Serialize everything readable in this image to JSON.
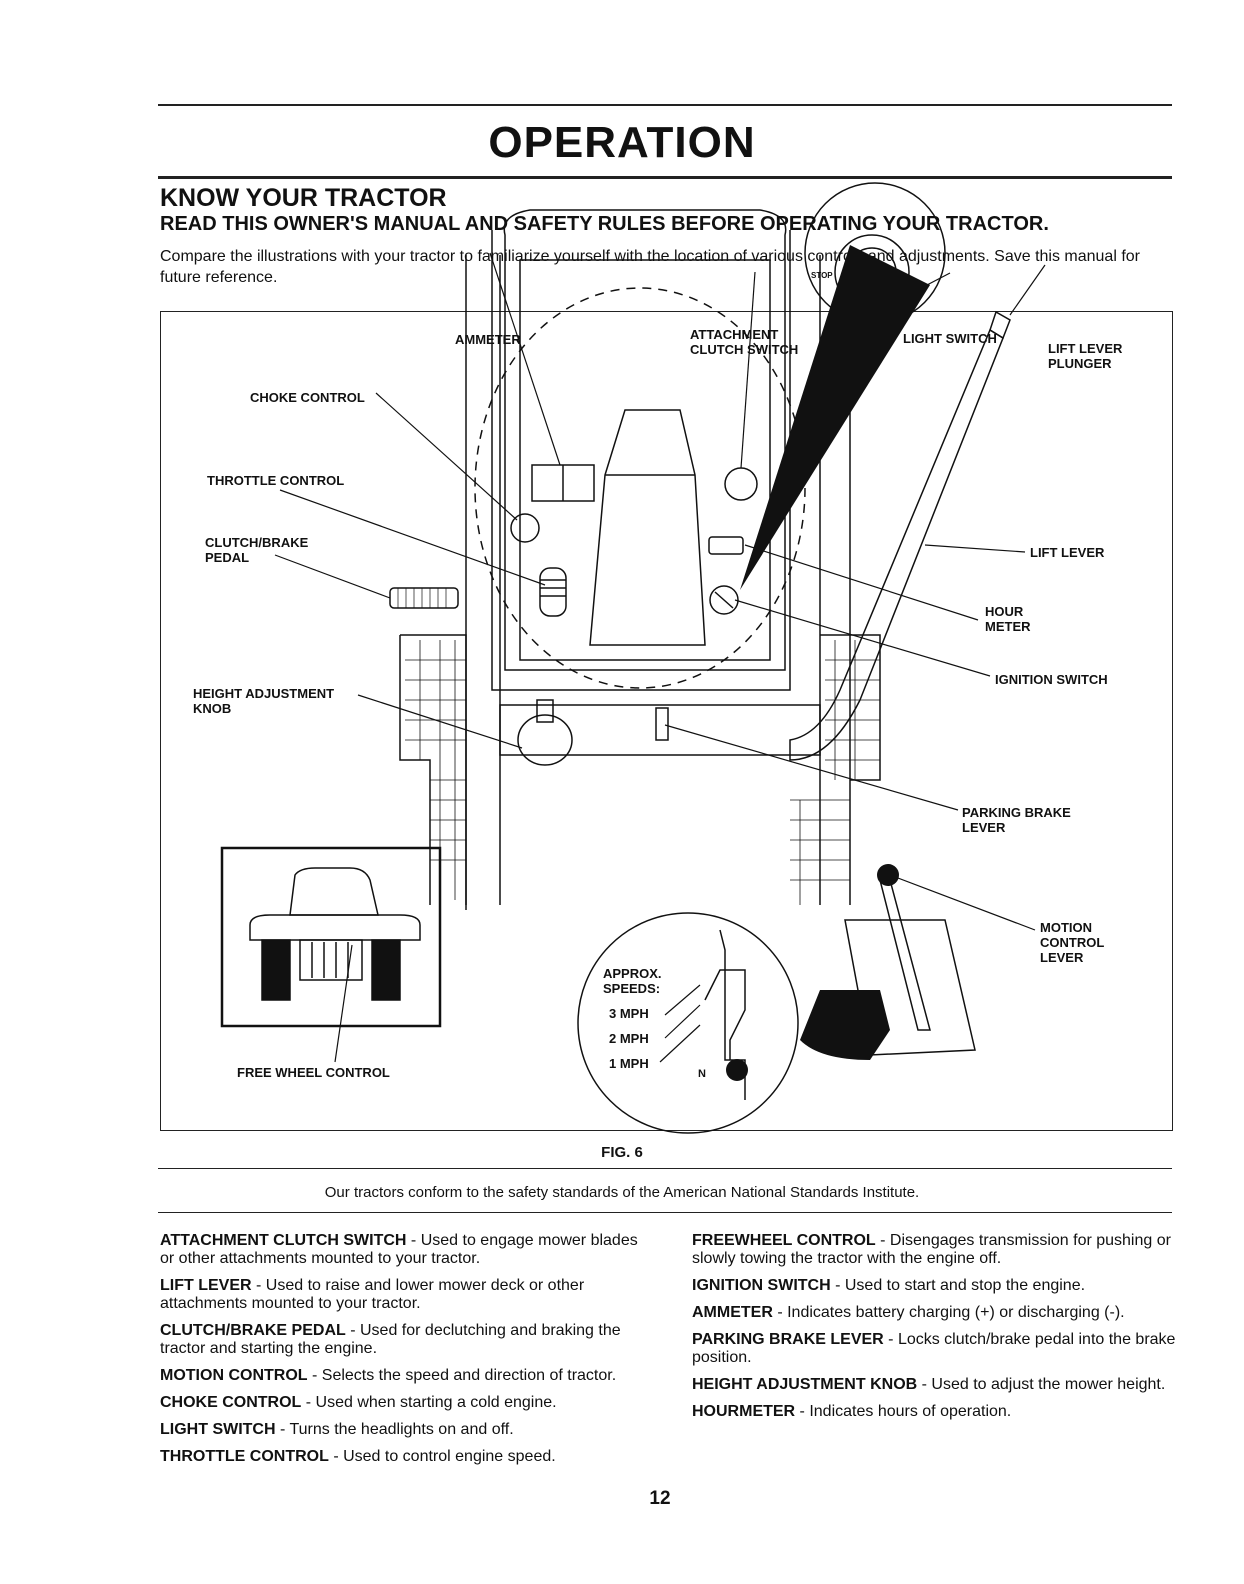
{
  "title": "OPERATION",
  "section_heading": "KNOW YOUR TRACTOR",
  "subheading": "READ THIS OWNER'S MANUAL AND SAFETY RULES BEFORE OPERATING YOUR TRACTOR.",
  "intro": "Compare the illustrations with your tractor to familiarize yourself with the location of various controls and adjustments. Save this manual for future reference.",
  "figure": {
    "labels": {
      "ammeter": "AMMETER",
      "attachment_clutch_switch": "ATTACHMENT\nCLUTCH SWITCH",
      "light_switch": "LIGHT SWITCH",
      "lift_lever_plunger": "LIFT LEVER\nPLUNGER",
      "choke_control": "CHOKE CONTROL",
      "throttle_control": "THROTTLE CONTROL",
      "clutch_brake_pedal": "CLUTCH/BRAKE\nPEDAL",
      "lift_lever": "LIFT LEVER",
      "hour_meter": "HOUR\nMETER",
      "ignition_switch": "IGNITION SWITCH",
      "height_adjustment_knob": "HEIGHT ADJUSTMENT\nKNOB",
      "parking_brake_lever": "PARKING BRAKE\nLEVER",
      "motion_control_lever": "MOTION\nCONTROL\nLEVER",
      "free_wheel_control": "FREE WHEEL CONTROL",
      "approx_speeds": "APPROX.\nSPEEDS:",
      "mph3": "3 MPH",
      "mph2": "2 MPH",
      "mph1": "1 MPH",
      "neutral": "N",
      "stop": "STOP"
    },
    "caption": "FIG. 6"
  },
  "standards_note": "Our tractors conform to the safety standards of the American National Standards Institute.",
  "descriptions_left": [
    {
      "term": "ATTACHMENT CLUTCH SWITCH",
      "text": " - Used to engage mower blades or other attachments mounted to your tractor."
    },
    {
      "term": "LIFT LEVER",
      "text": " - Used to raise and lower mower deck or other attachments mounted to your tractor."
    },
    {
      "term": "CLUTCH/BRAKE PEDAL",
      "text": " - Used for declutching and braking the tractor and starting the engine."
    },
    {
      "term": "MOTION CONTROL",
      "text": " - Selects the speed and direction of tractor."
    },
    {
      "term": "CHOKE CONTROL",
      "text": " - Used when starting a cold engine."
    },
    {
      "term": "LIGHT SWITCH",
      "text": " - Turns the headlights on and off."
    },
    {
      "term": "THROTTLE CONTROL",
      "text": " - Used to control engine speed."
    }
  ],
  "descriptions_right": [
    {
      "term": "FREEWHEEL CONTROL",
      "text": " - Disengages transmission for pushing or slowly towing the tractor with the engine off."
    },
    {
      "term": "IGNITION SWITCH",
      "text": " - Used to start and stop the engine."
    },
    {
      "term": "AMMETER",
      "text": " - Indicates battery charging (+) or discharging (-)."
    },
    {
      "term": "PARKING BRAKE LEVER",
      "text": " - Locks clutch/brake pedal into the brake position."
    },
    {
      "term": "HEIGHT ADJUSTMENT KNOB",
      "text": " - Used to adjust the mower height."
    },
    {
      "term": "HOURMETER",
      "text": " - Indicates hours of operation."
    }
  ],
  "page_number": "12"
}
